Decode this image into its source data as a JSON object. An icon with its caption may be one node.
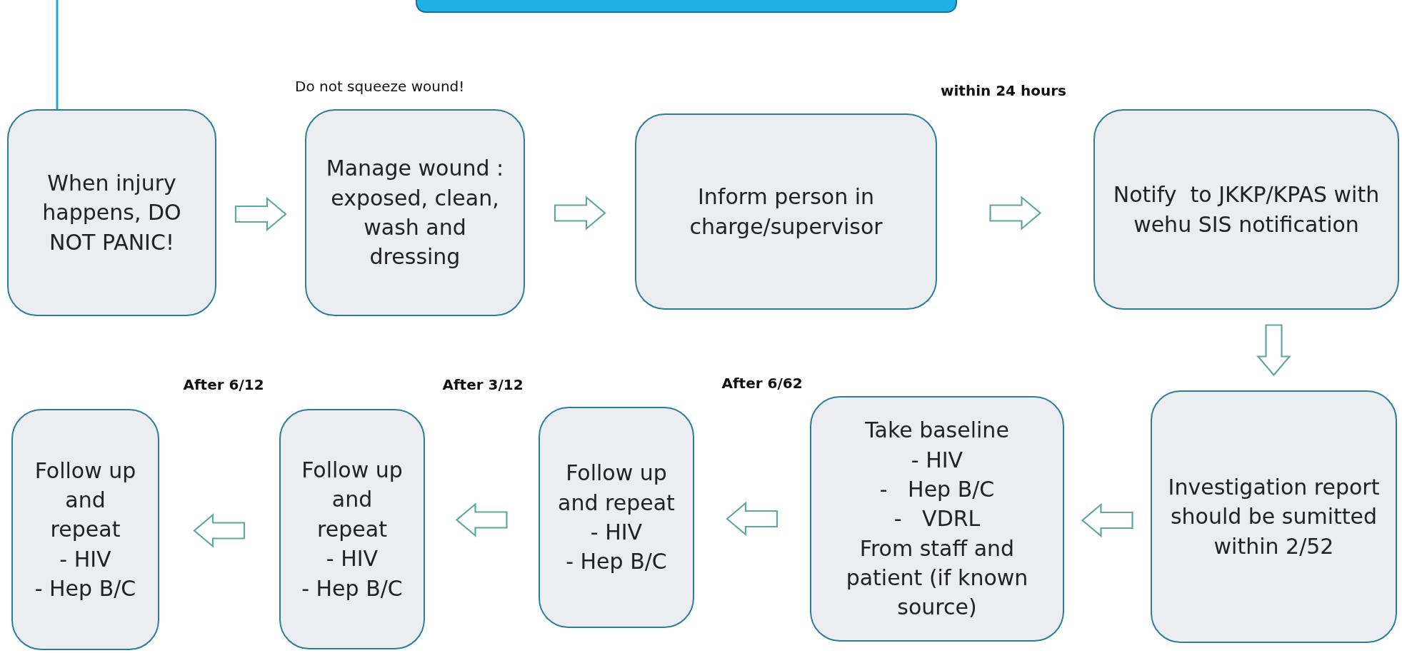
{
  "diagram": {
    "nodes": [
      {
        "text": [],
        "shape": "box"
      },
      {
        "text": [
          "When injury happens, DO NOT PANIC!"
        ]
      },
      {
        "text": [
          "Manage wound : exposed, clean, wash and dressing"
        ],
        "beside": [
          "Do not squeeze wound!"
        ]
      },
      {
        "text": [
          "Inform person in charge/supervisor"
        ]
      },
      {
        "text": [
          "Notify  to JKKP/KPAS with wehu SIS notification"
        ]
      },
      {
        "text": [
          "Investigation report should be sumitted within 2/52"
        ]
      },
      {
        "text": [
          "Take baseline",
          "- HIV",
          "-   Hep B/C",
          "-   VDRL",
          "From staff and patient (if known source)"
        ]
      },
      {
        "text": [
          "Follow up and repeat",
          "- HIV",
          "- Hep B/C"
        ]
      },
      {
        "text": [
          "Follow up and repeat",
          "- HIV",
          "- Hep B/C"
        ]
      },
      {
        "text": [
          "Follow up and repeat",
          "- HIV",
          "- Hep B/C"
        ]
      }
    ],
    "edges": [
      {
        "from": null,
        "to": 1,
        "arrow": "none",
        "color": "#1fa5dc"
      },
      {
        "from": 1,
        "to": 2,
        "arrow": "to"
      },
      {
        "from": 2,
        "to": 3,
        "arrow": "to"
      },
      {
        "from": 3,
        "to": 4,
        "arrow": "to"
      },
      {
        "from": 4,
        "to": 5,
        "arrow": "to"
      },
      {
        "from": 5,
        "to": 6,
        "arrow": "to"
      },
      {
        "from": 6,
        "to": 7,
        "arrow": "to"
      },
      {
        "from": 7,
        "to": 8,
        "arrow": "to"
      },
      {
        "from": 8,
        "to": 9,
        "arrow": "to"
      }
    ],
    "labels": [
      "within 24 hours",
      "After 6/12",
      "After 3/12",
      "After 6/62"
    ]
  }
}
